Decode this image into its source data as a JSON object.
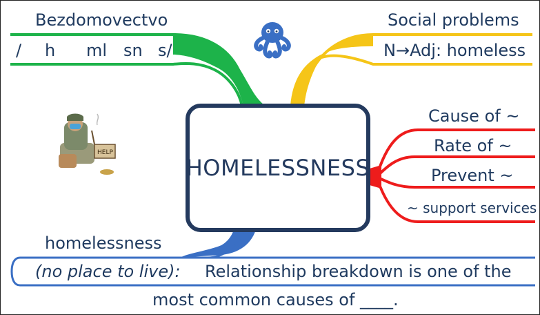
{
  "center": {
    "title": "HOMELESSNESS"
  },
  "top_left": {
    "translation": "Bezdomovectvo",
    "pronunciation": [
      "/",
      "h",
      "ml",
      "sn",
      "s/"
    ],
    "color": "#1db34a"
  },
  "top_right": {
    "category": "Social problems",
    "derivation": "N→Adj: homeless",
    "color": "#f5c518"
  },
  "right": {
    "collocations": [
      "Cause of ~",
      "Rate of ~",
      "Prevent ~",
      "~ support services"
    ],
    "color": "#ee1c1c"
  },
  "bottom": {
    "headword": "homelessness",
    "definition": "(no place to live):",
    "example_line1": "Relationship breakdown is one of the",
    "example_line2": "most common causes of ____.",
    "color": "#3a6fc4"
  },
  "icons": {
    "mascot": "octopus-icon",
    "illustration": "homeless-person-clipart"
  }
}
